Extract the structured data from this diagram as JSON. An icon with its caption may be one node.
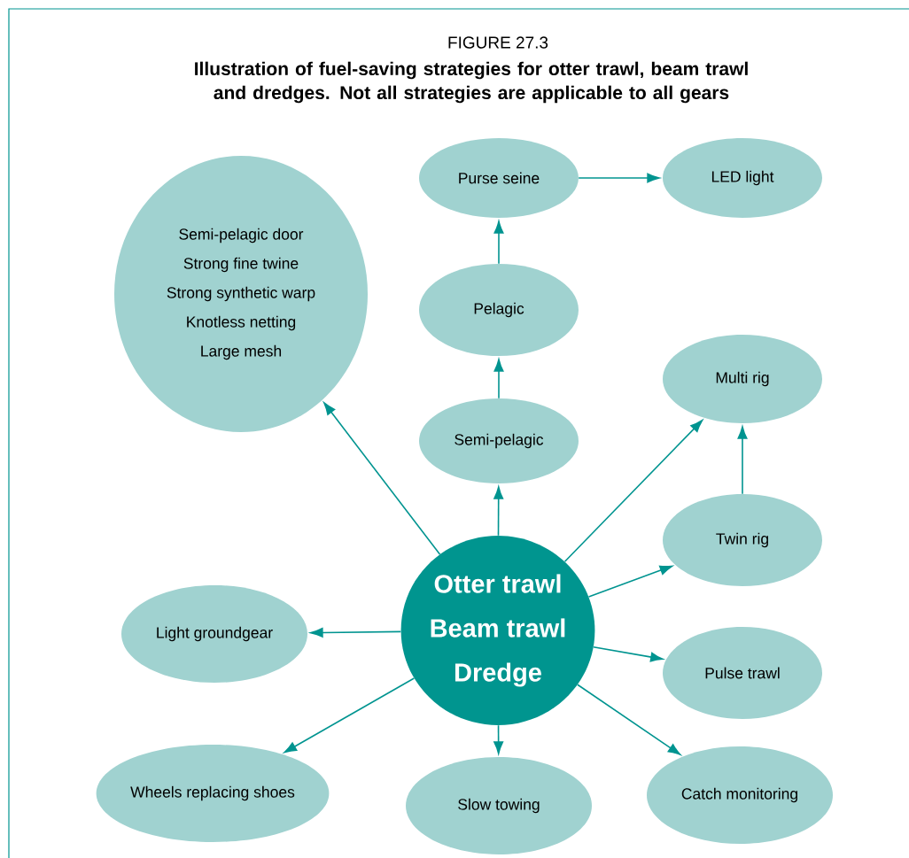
{
  "diagram": {
    "title": "Illustration of fuel-saving strategies for otter trawl, beam trawl and dredges. Not all strategies are applicable to all gears",
    "labels": [
      "FIGURE 27.3"
    ],
    "nodes": [
      {
        "text": [
          "Otter trawl",
          "Beam trawl",
          "Dredge"
        ]
      },
      {
        "text": [
          "Semi-pelagic door",
          "Strong fine twine",
          "Strong synthetic warp",
          "Knotless netting",
          "Large mesh"
        ]
      },
      {
        "text": [
          "Purse seine"
        ]
      },
      {
        "text": [
          "LED light"
        ]
      },
      {
        "text": [
          "Pelagic"
        ]
      },
      {
        "text": [
          "Semi-pelagic"
        ]
      },
      {
        "text": [
          "Multi rig"
        ]
      },
      {
        "text": [
          "Twin rig"
        ]
      },
      {
        "text": [
          "Light groundgear"
        ]
      },
      {
        "text": [
          "Pulse trawl"
        ]
      },
      {
        "text": [
          "Wheels replacing shoes"
        ]
      },
      {
        "text": [
          "Slow towing"
        ]
      },
      {
        "text": [
          "Catch monitoring"
        ]
      }
    ],
    "edges": [
      {
        "from": 0,
        "to": 1,
        "arrow": "to"
      },
      {
        "from": 0,
        "to": 5,
        "arrow": "to"
      },
      {
        "from": 5,
        "to": 4,
        "arrow": "to"
      },
      {
        "from": 4,
        "to": 2,
        "arrow": "to"
      },
      {
        "from": 2,
        "to": 3,
        "arrow": "to"
      },
      {
        "from": 0,
        "to": 6,
        "arrow": "to"
      },
      {
        "from": 7,
        "to": 6,
        "arrow": "to"
      },
      {
        "from": 0,
        "to": 7,
        "arrow": "to"
      },
      {
        "from": 0,
        "to": 8,
        "arrow": "to"
      },
      {
        "from": 0,
        "to": 9,
        "arrow": "to"
      },
      {
        "from": 0,
        "to": 10,
        "arrow": "to"
      },
      {
        "from": 0,
        "to": 11,
        "arrow": "to"
      },
      {
        "from": 0,
        "to": 12,
        "arrow": "to"
      }
    ]
  }
}
